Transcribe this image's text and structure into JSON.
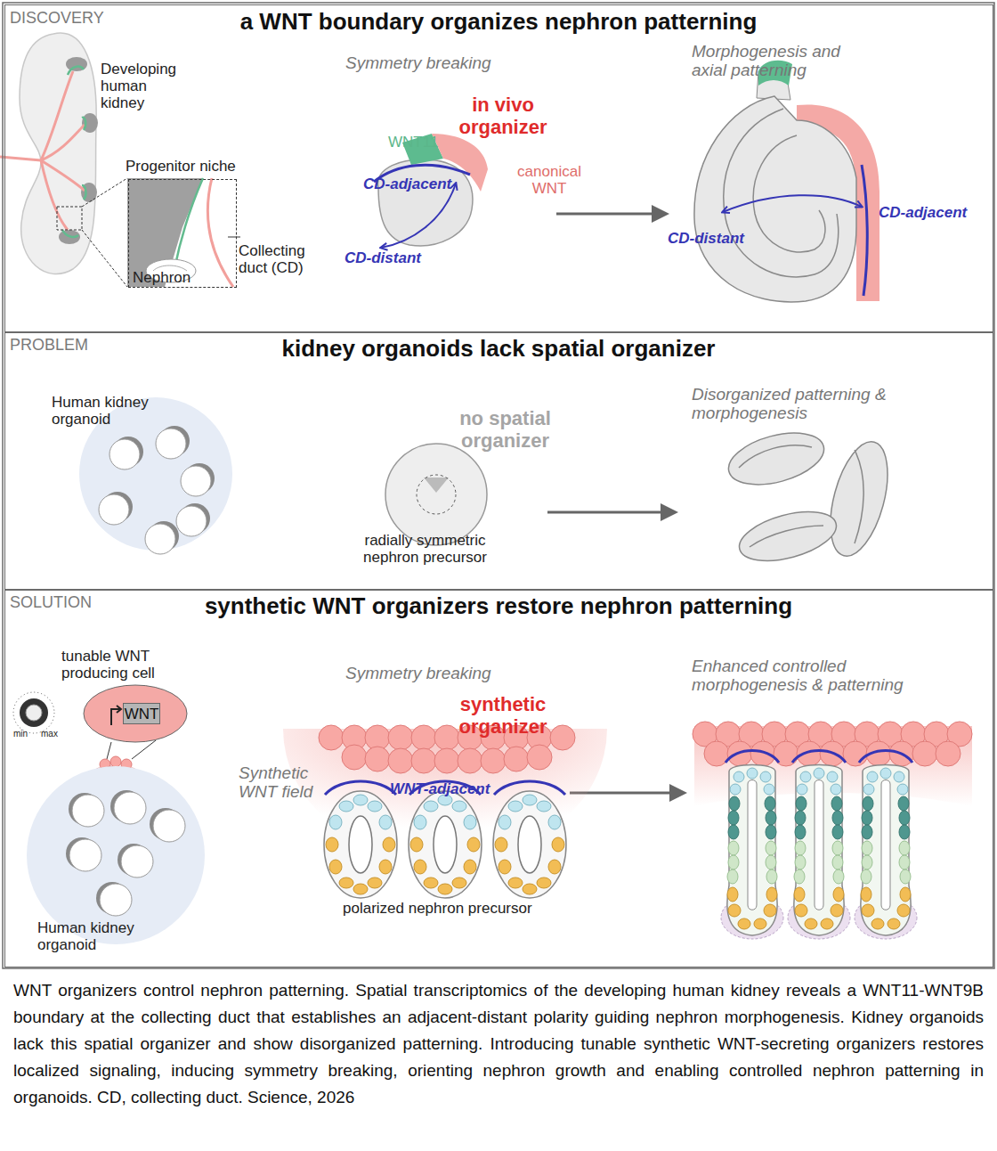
{
  "diagram": {
    "caption": "WNT organizers control nephron patterning. Spatial transcriptomics of the developing human kidney reveals a WNT11-WNT9B boundary at the collecting duct that establishes an adjacent-distant polarity guiding nephron morphogenesis. Kidney organoids lack this spatial organizer and show disorganized patterning. Introducing tunable synthetic WNT-secreting organizers restores localized signaling, inducing symmetry breaking, orienting nephron growth and enabling controlled nephron patterning in organoids. CD, collecting duct. Science, 2026",
    "nodes": [
      {
        "text": [
          "DISCOVERY",
          "a WNT boundary organizes nephron patterning"
        ]
      },
      {
        "text": [
          "PROBLEM",
          "kidney organoids lack spatial organizer"
        ]
      },
      {
        "text": [
          "SOLUTION",
          "synthetic WNT organizers restore nephron patterning"
        ]
      },
      {
        "text": [
          "Progenitor niche",
          "Nephron"
        ],
        "in": 0
      },
      {
        "text": [
          "tunable WNT producing cell",
          "WNT"
        ],
        "in": 2
      }
    ],
    "labels": [
      "Developing human kidney",
      "Collecting duct (CD)",
      "Symmetry breaking",
      "in vivo organizer",
      "WNT11",
      "canonical WNT",
      "CD-adjacent",
      "CD-distant",
      "Morphogenesis and axial patterning",
      "CD-adjacent",
      "CD-distant",
      "Human kidney organoid",
      "no spatial organizer",
      "radially symmetric nephron precursor",
      "Disorganized patterning & morphogenesis",
      "min",
      "max",
      "Human kidney organoid",
      "Symmetry breaking",
      "synthetic organizer",
      "Synthetic WNT field",
      "WNT-adjacent",
      "polarized nephron precursor",
      "Enhanced controlled morphogenesis & patterning"
    ]
  }
}
